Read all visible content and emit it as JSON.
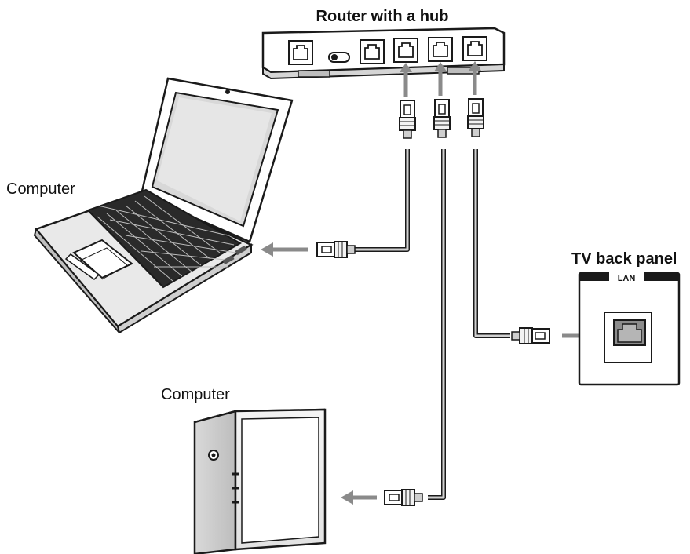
{
  "labels": {
    "router": "Router with a hub",
    "laptop": "Computer",
    "desktop": "Computer",
    "tv_panel": "TV back panel",
    "lan_port": "LAN"
  }
}
